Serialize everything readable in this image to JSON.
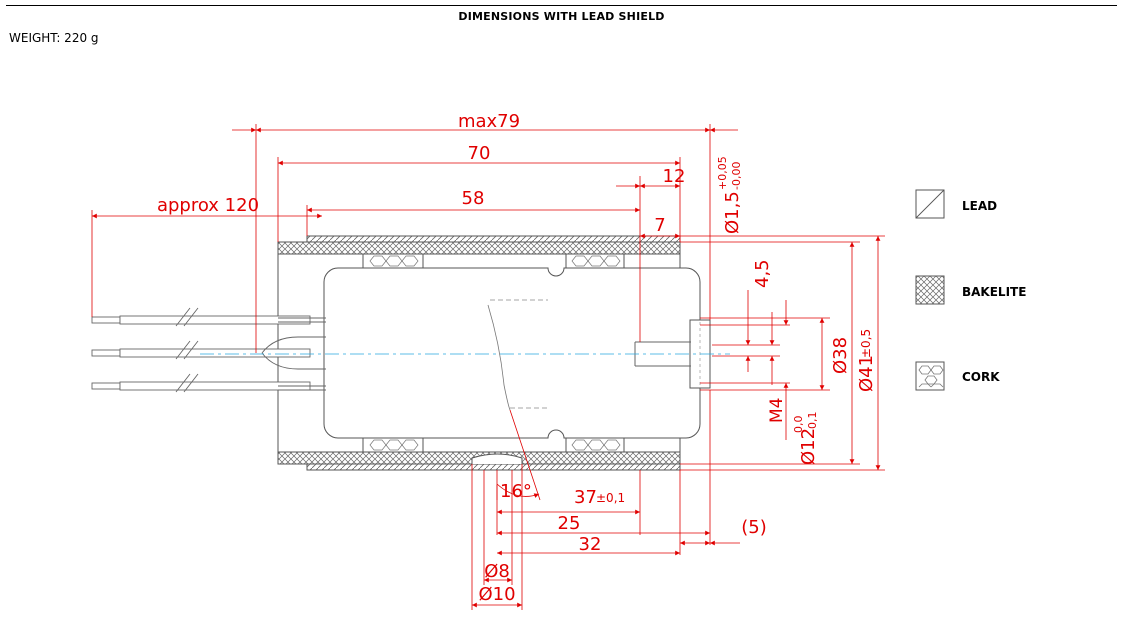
{
  "header": {
    "title": "DIMENSIONS WITH LEAD SHIELD",
    "weight": "WEIGHT: 220 g"
  },
  "colors": {
    "dimension": "#e00000",
    "outline": "#555555",
    "centerline": "#29a8e0",
    "text": "#000000"
  },
  "dimensions": {
    "overall_max": "max79",
    "body_length": "70",
    "bakelite_length": "58",
    "lead_length": "approx 120",
    "stem_offset": "12",
    "shield_gap": "7",
    "hole_dia_base": "Ø1,5",
    "hole_dia_tol_upper": "+0,05",
    "hole_dia_tol_lower": "-0,00",
    "stem_height": "4,5",
    "thread": "M4",
    "stem_dia_base": "Ø12",
    "stem_dia_tol_upper": "0,0",
    "stem_dia_tol_lower": "-0,1",
    "inner_dia": "Ø38",
    "outer_dia_base": "Ø41",
    "outer_dia_tol": "±0,5",
    "angle": "16°",
    "pos_37_base": "37",
    "pos_37_tol": "±0,1",
    "pos_25": "25",
    "pos_32": "32",
    "ref_5": "(5)",
    "port_dia_inner": "Ø8",
    "port_dia_outer": "Ø10"
  },
  "legend": [
    {
      "label": "LEAD",
      "icon": "lead-hatch-icon"
    },
    {
      "label": "BAKELITE",
      "icon": "bakelite-crosshatch-icon"
    },
    {
      "label": "CORK",
      "icon": "cork-hexagon-icon"
    }
  ]
}
